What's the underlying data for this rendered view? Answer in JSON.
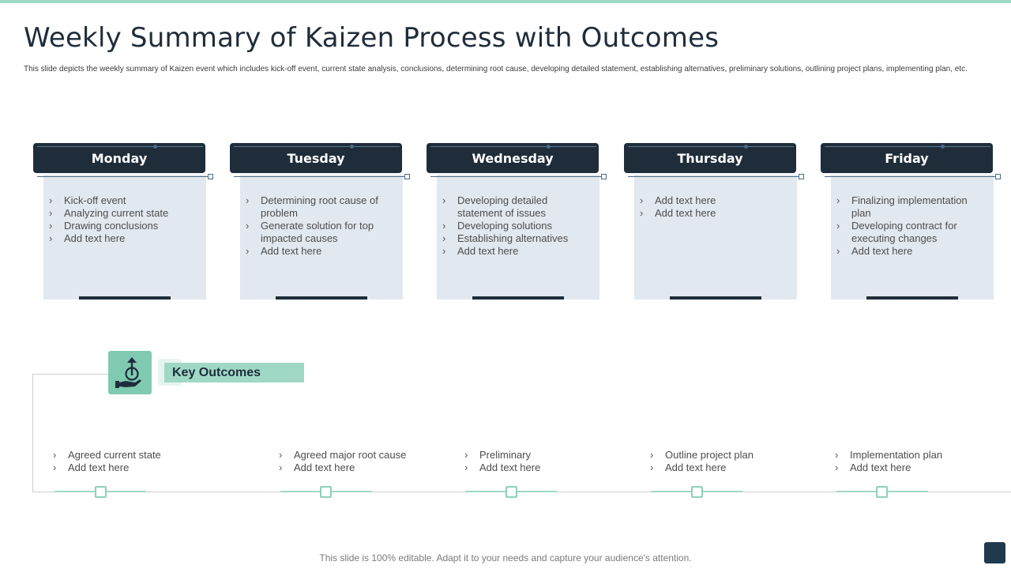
{
  "slide": {
    "title": "Weekly Summary of Kaizen Process with Outcomes",
    "subtitle": "This slide depicts the weekly summary of Kaizen event which includes kick-off event, current state analysis, conclusions, determining root cause, developing detailed statement, establishing alternatives, preliminary solutions, outlining project plans, implementing  plan, etc.",
    "footer": "This slide is 100% editable. Adapt it to your needs and capture your audience's attention."
  },
  "colors": {
    "dark_navy": "#1f2d3a",
    "mint": "#9fd9c6",
    "card_body": "#e2e8ef"
  },
  "days": [
    {
      "label": "Monday",
      "items": [
        "Kick-off event",
        "Analyzing current state",
        "Drawing conclusions",
        "Add text here"
      ]
    },
    {
      "label": "Tuesday",
      "items": [
        "Determining root cause of problem",
        "Generate solution for top impacted causes",
        "Add text here"
      ]
    },
    {
      "label": "Wednesday",
      "items": [
        "Developing  detailed statement of issues",
        "Developing  solutions",
        "Establishing alternatives",
        "Add text here"
      ]
    },
    {
      "label": "Thursday",
      "items": [
        "Add text here",
        "Add text here"
      ]
    },
    {
      "label": "Friday",
      "items": [
        "Finalizing implementation plan",
        "Developing  contract for executing changes",
        "Add text here"
      ]
    }
  ],
  "key_outcomes": {
    "label": "Key Outcomes",
    "icon": "hand-upload-icon",
    "columns": [
      [
        "Agreed current state",
        "Add text here"
      ],
      [
        "Agreed major root cause",
        "Add text here"
      ],
      [
        "Preliminary",
        "Add text here"
      ],
      [
        "Outline project plan",
        "Add text here"
      ],
      [
        "Implementation plan",
        "Add text here"
      ]
    ]
  }
}
